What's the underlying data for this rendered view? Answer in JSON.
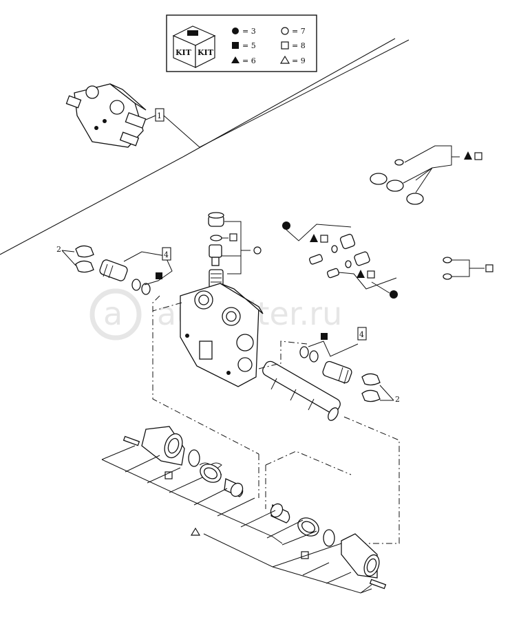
{
  "kit_legend": {
    "badge_text": [
      "KIT",
      "KIT"
    ],
    "entries": [
      {
        "symbol": "filled-circle",
        "value": "3"
      },
      {
        "symbol": "open-circle",
        "value": "7"
      },
      {
        "symbol": "filled-square",
        "value": "5"
      },
      {
        "symbol": "open-square",
        "value": "8"
      },
      {
        "symbol": "filled-triangle",
        "value": "6"
      },
      {
        "symbol": "open-triangle",
        "value": "9"
      }
    ]
  },
  "callouts": {
    "top_ref": "1",
    "left_ref": "4",
    "right_ref": "4",
    "clip_left": "2",
    "clip_right": "2"
  },
  "watermark": "autopiter.ru",
  "colors": {
    "line": "#111111",
    "background": "#ffffff",
    "watermark": "#e6e6e6"
  }
}
